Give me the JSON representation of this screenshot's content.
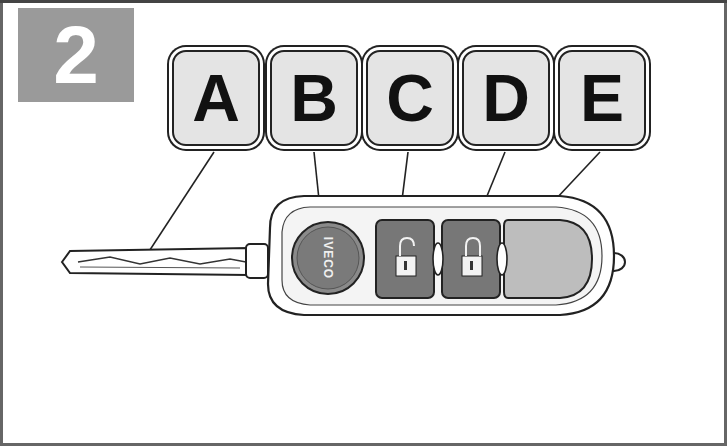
{
  "diagram": {
    "nodes": [
      {
        "text": [
          "2"
        ]
      },
      {
        "text": [
          "A"
        ]
      },
      {
        "text": [
          "B"
        ]
      },
      {
        "text": [
          "C"
        ]
      },
      {
        "text": [
          "D"
        ]
      },
      {
        "text": [
          "E"
        ]
      }
    ],
    "labels": [
      "IVECO"
    ]
  }
}
